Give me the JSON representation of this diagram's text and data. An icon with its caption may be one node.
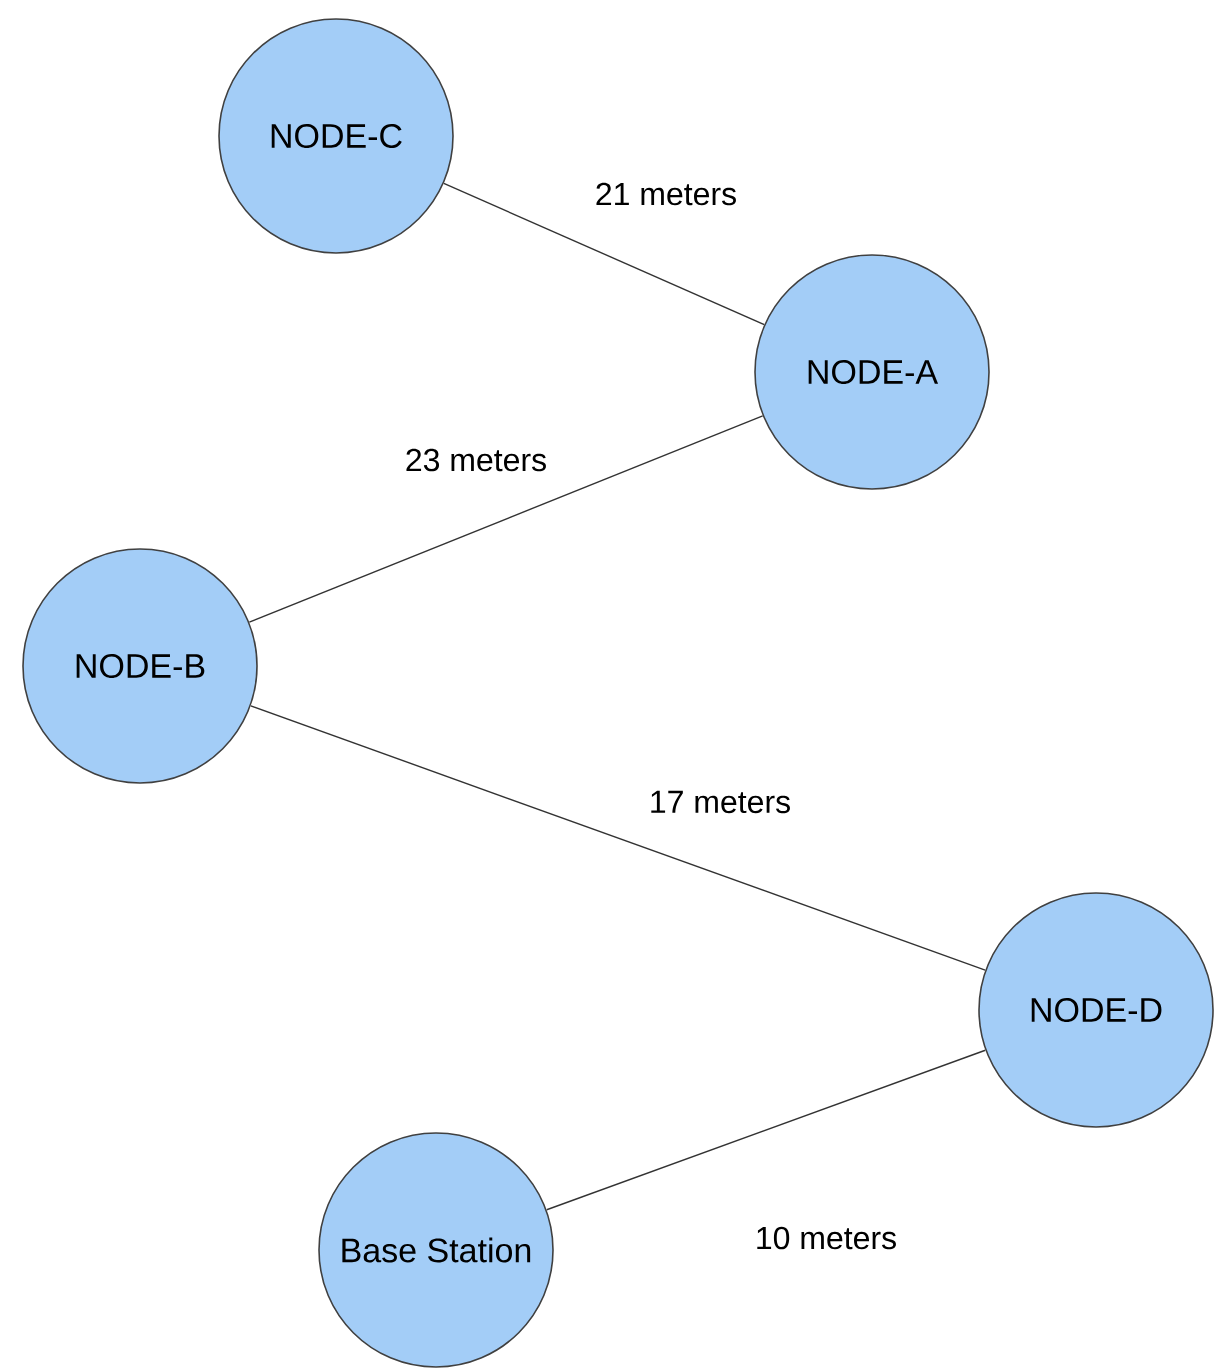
{
  "diagram": {
    "nodes": [
      {
        "text": [
          "NODE-C"
        ]
      },
      {
        "text": [
          "NODE-A"
        ]
      },
      {
        "text": [
          "NODE-B"
        ]
      },
      {
        "text": [
          "NODE-D"
        ]
      },
      {
        "text": [
          "Base Station"
        ]
      }
    ],
    "edges": [
      {
        "from": 0,
        "to": 1,
        "arrow": "none",
        "label": "21 meters"
      },
      {
        "from": 1,
        "to": 2,
        "arrow": "none",
        "label": "23 meters"
      },
      {
        "from": 2,
        "to": 3,
        "arrow": "none",
        "label": "17 meters"
      },
      {
        "from": 3,
        "to": 4,
        "arrow": "none",
        "label": "10 meters"
      }
    ]
  }
}
